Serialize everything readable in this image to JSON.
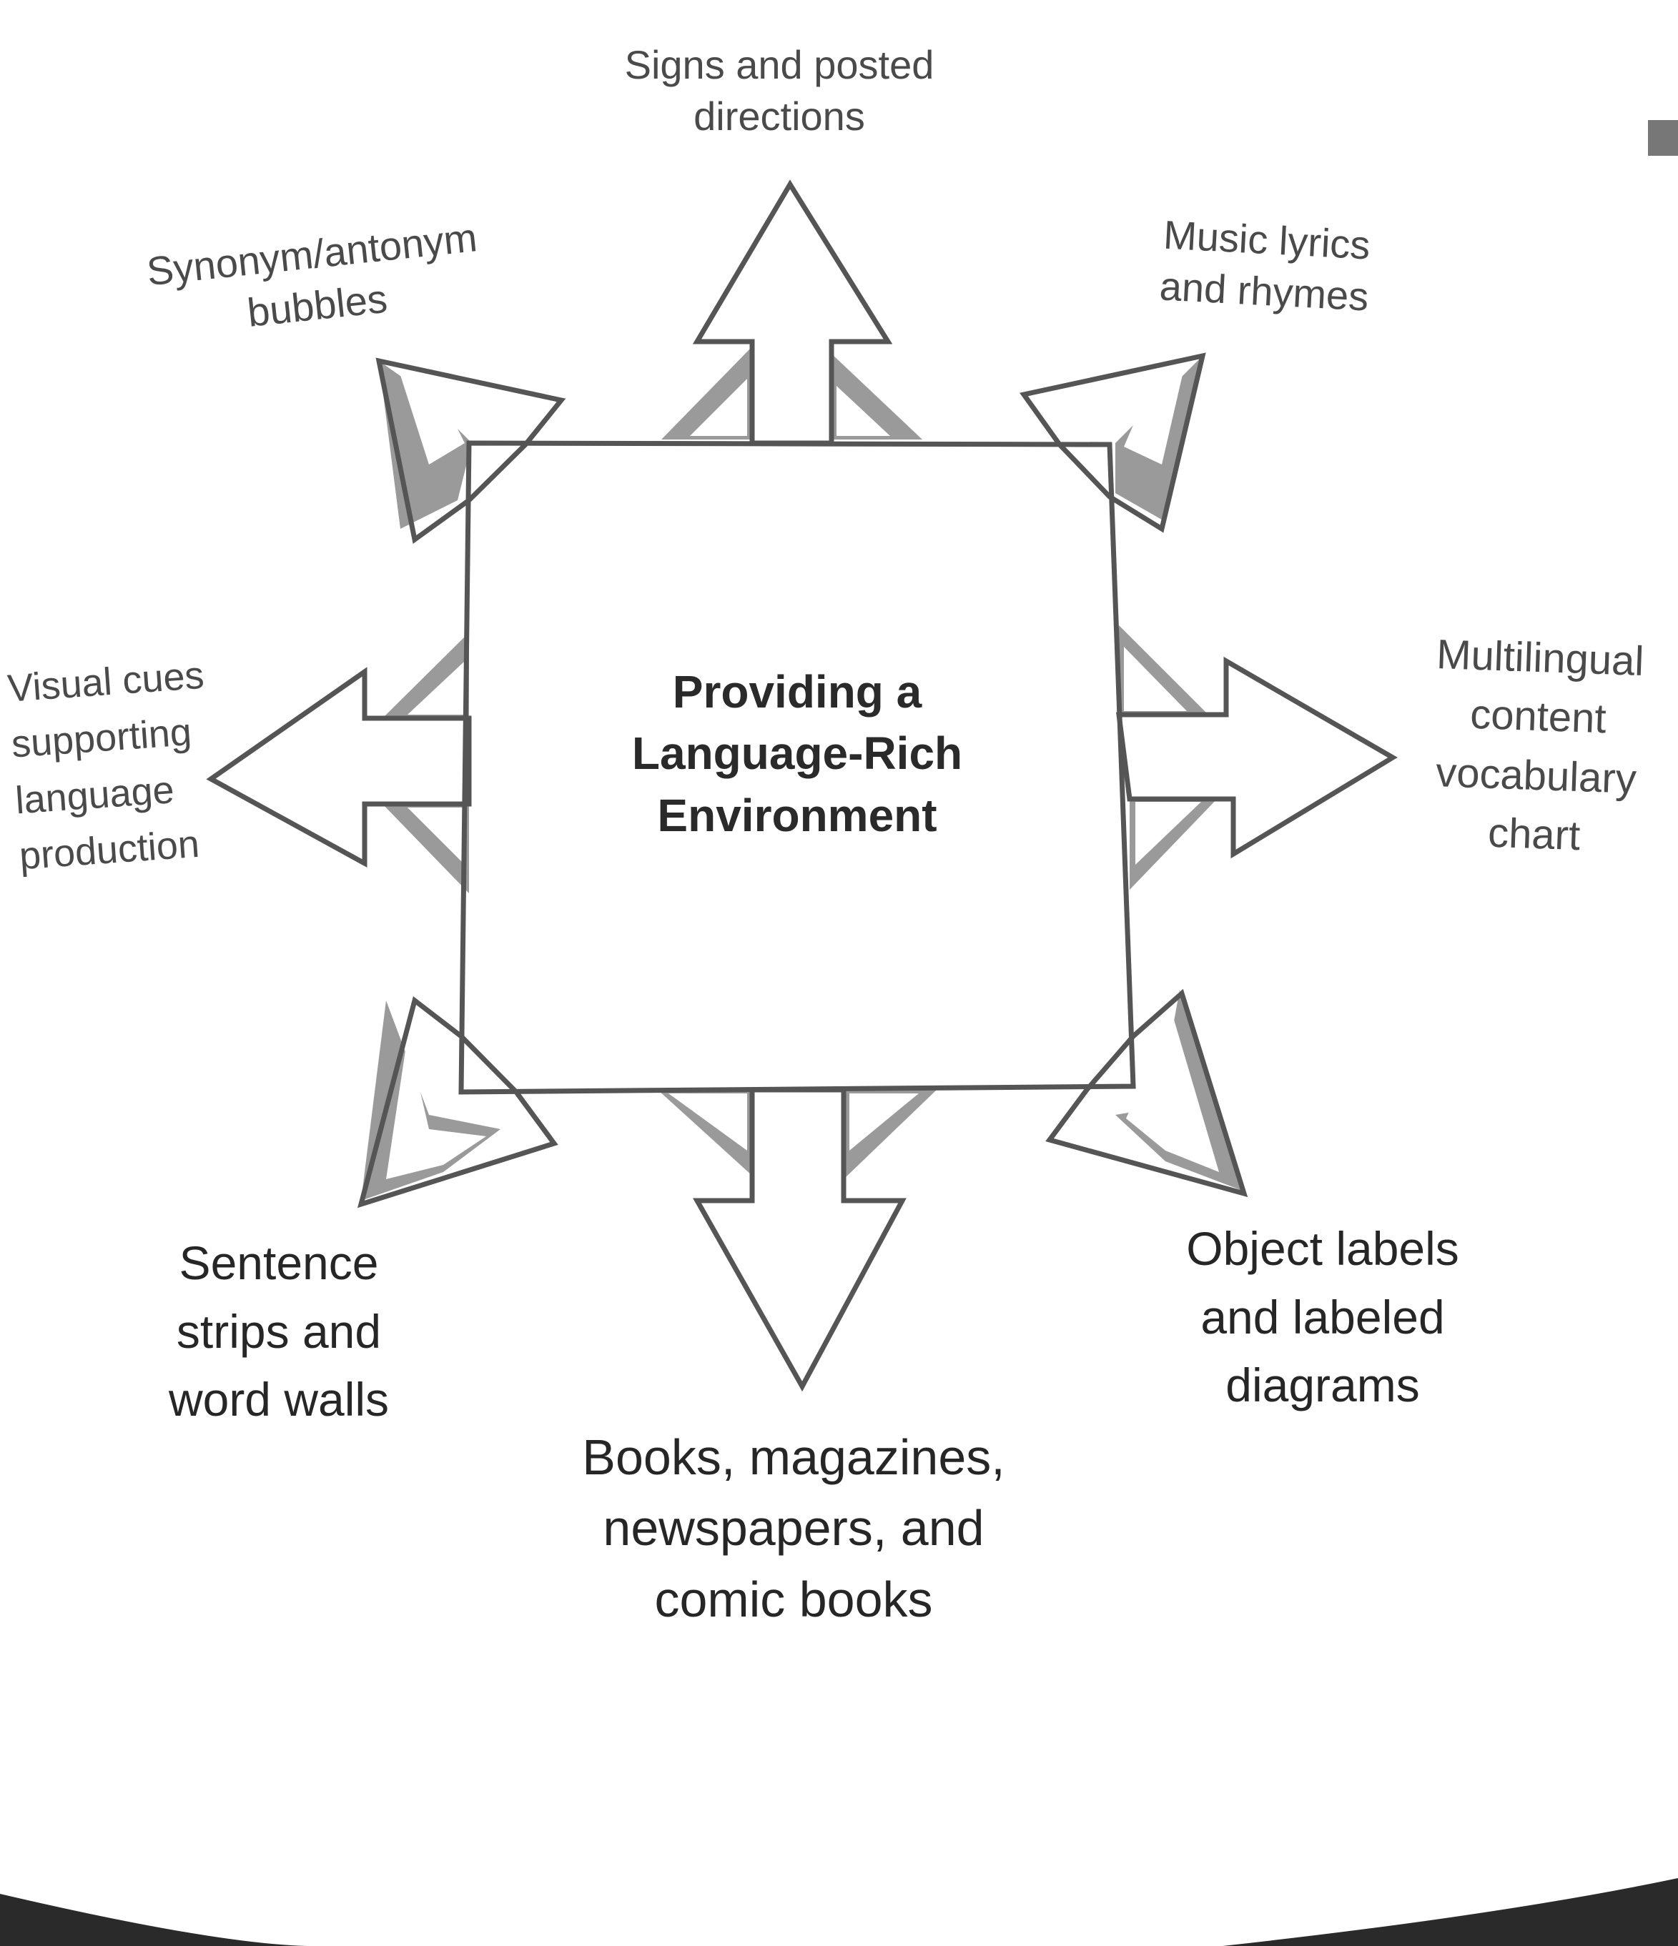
{
  "diagram": {
    "type": "radial-concept-diagram",
    "center": {
      "title": "Providing a\nLanguage-Rich\nEnvironment"
    },
    "branches": [
      {
        "id": "n",
        "direction": "up",
        "label": "Signs and posted\ndirections"
      },
      {
        "id": "ne",
        "direction": "up-right",
        "label": "Music lyrics\nand rhymes"
      },
      {
        "id": "e",
        "direction": "right",
        "label": "Multilingual\ncontent\nvocabulary\nchart"
      },
      {
        "id": "se",
        "direction": "down-right",
        "label": "Object labels\nand labeled\ndiagrams"
      },
      {
        "id": "s",
        "direction": "down",
        "label": "Books, magazines,\nnewspapers, and\ncomic books"
      },
      {
        "id": "sw",
        "direction": "down-left",
        "label": "Sentence\nstrips and\nword walls"
      },
      {
        "id": "w",
        "direction": "left",
        "label": "Visual cues\nsupporting\nlanguage\nproduction"
      },
      {
        "id": "nw",
        "direction": "up-left",
        "label": "Synonym/antonym\nbubbles"
      }
    ]
  },
  "colors": {
    "ink": "#555555",
    "shade": "#8a8a8a",
    "paper": "#ffffff",
    "scan_edge": "#2a2a2a"
  }
}
